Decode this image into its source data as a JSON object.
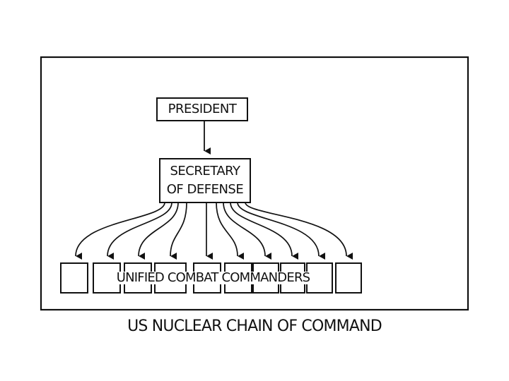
{
  "diagram": {
    "caption": "US NUCLEAR CHAIN OF COMMAND",
    "president_label": "PRESIDENT",
    "secdef_label_line1": "SECRETARY",
    "secdef_label_line2": "OF DEFENSE",
    "commanders_label": "UNIFIED COMBAT COMMANDERS",
    "commander_box_count": 10
  },
  "colors": {
    "ink": "#111111",
    "background": "#ffffff"
  }
}
